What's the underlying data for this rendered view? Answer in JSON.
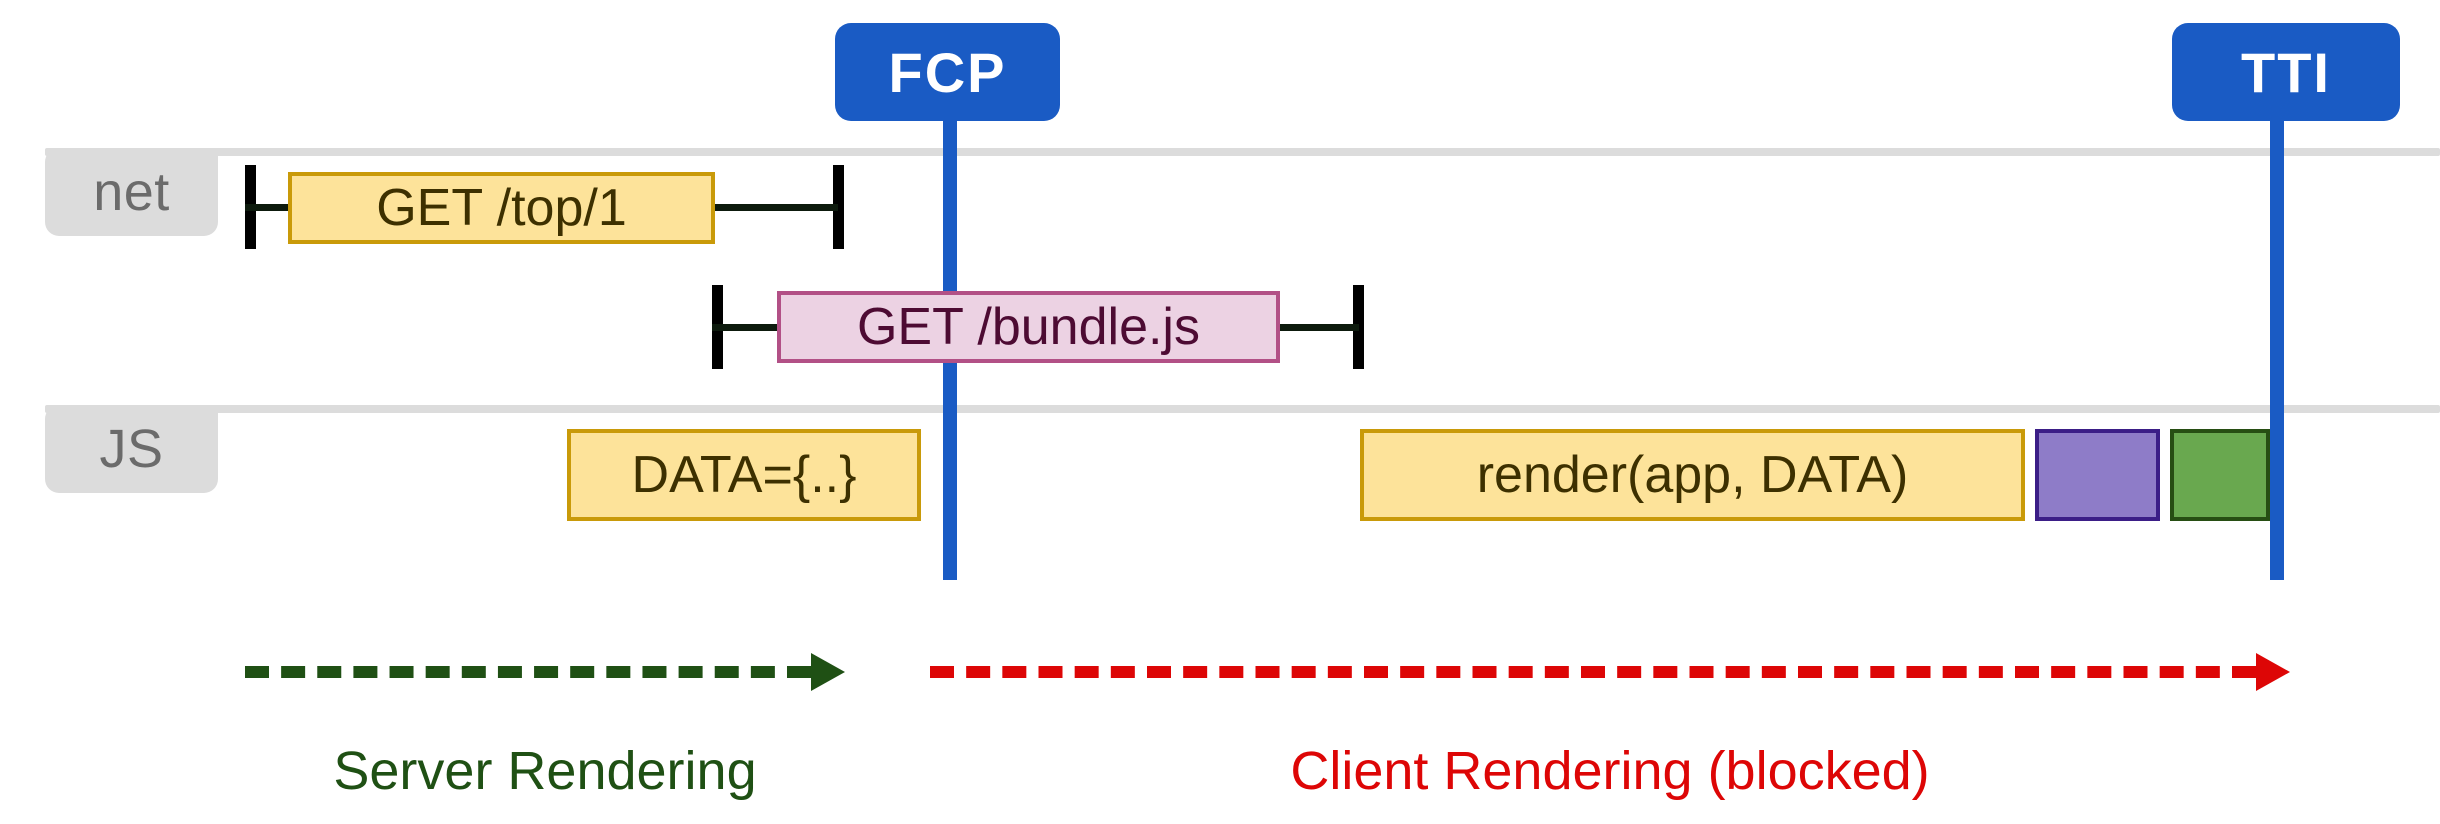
{
  "diagram": {
    "title": "Server rendering vs client rendering timeline",
    "colors": {
      "marker_blue": "#1a5bc4",
      "lane_grey": "#dcdcdc",
      "lane_label_text": "#6b6b6b",
      "bar_yellow_fill": "#fde39a",
      "bar_yellow_border": "#c99a09",
      "bar_pink_fill": "#ecd2e3",
      "bar_pink_border": "#b25086",
      "bar_purple_fill": "#8e7cc8",
      "bar_purple_border": "#3b1e87",
      "bar_green_fill": "#69a84f",
      "bar_green_border": "#274e13",
      "server_phase": "#1f5014",
      "client_phase": "#dd0606"
    }
  },
  "markers": [
    {
      "id": "fcp",
      "label": "FCP"
    },
    {
      "id": "tti",
      "label": "TTI"
    }
  ],
  "lanes": [
    {
      "id": "net",
      "label": "net"
    },
    {
      "id": "js",
      "label": "JS"
    }
  ],
  "bars": {
    "net_request": {
      "label": "GET /top/1",
      "lane": "net"
    },
    "bundle_request": {
      "label": "GET /bundle.js",
      "lane": "net"
    },
    "data_inline": {
      "label": "DATA={..}",
      "lane": "JS"
    },
    "render_call": {
      "label": "render(app, DATA)",
      "lane": "JS"
    },
    "purple_task": {
      "label": "",
      "lane": "JS"
    },
    "green_task": {
      "label": "",
      "lane": "JS"
    }
  },
  "phases": [
    {
      "id": "server",
      "label": "Server Rendering"
    },
    {
      "id": "client",
      "label": "Client Rendering (blocked)"
    }
  ],
  "chart_data": {
    "type": "timeline",
    "title": "Server Rendering vs Client Rendering (blocked)",
    "xlabel": "",
    "ylabel": "",
    "lanes": [
      "net",
      "JS"
    ],
    "x_units": "pixels (unlabeled time axis)",
    "xlim": [
      245,
      2290
    ],
    "grid": false,
    "legend": "none",
    "tasks": [
      {
        "name": "GET /top/1",
        "lane": "net",
        "start": 288,
        "end": 715,
        "whisker_start": 245,
        "whisker_end": 837,
        "color": "#fde39a"
      },
      {
        "name": "GET /bundle.js",
        "lane": "net",
        "start": 777,
        "end": 1280,
        "whisker_start": 712,
        "whisker_end": 1360,
        "color": "#ecd2e3"
      },
      {
        "name": "DATA={..}",
        "lane": "JS",
        "start": 567,
        "end": 921,
        "color": "#fde39a"
      },
      {
        "name": "render(app, DATA)",
        "lane": "JS",
        "start": 1360,
        "end": 2025,
        "color": "#fde39a"
      },
      {
        "name": "",
        "lane": "JS",
        "start": 2035,
        "end": 2160,
        "color": "#8e7cc8"
      },
      {
        "name": "",
        "lane": "JS",
        "start": 2170,
        "end": 2270,
        "color": "#69a84f"
      }
    ],
    "markers": [
      {
        "name": "FCP",
        "x": 950
      },
      {
        "name": "TTI",
        "x": 2277
      }
    ],
    "annotations": [
      {
        "text": "Server Rendering",
        "from": 245,
        "to": 845,
        "color": "#1f5014"
      },
      {
        "text": "Client Rendering (blocked)",
        "from": 930,
        "to": 2290,
        "color": "#dd0606"
      }
    ]
  }
}
